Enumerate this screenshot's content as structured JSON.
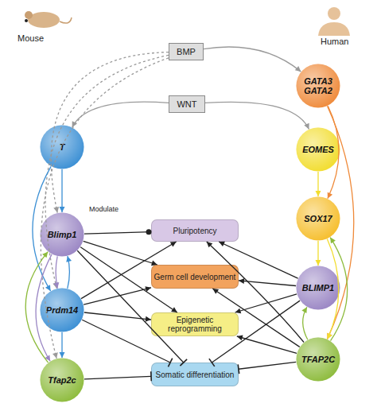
{
  "diagram": {
    "nodes": [
      {
        "text": [
          "BMP"
        ]
      },
      {
        "text": [
          "GATA3 GATA2"
        ]
      },
      {
        "text": [
          "WNT"
        ]
      },
      {
        "text": [
          "T"
        ]
      },
      {
        "text": [
          "EOMES"
        ]
      },
      {
        "text": [
          "Pluripotency"
        ]
      },
      {
        "text": [
          "Blimp1"
        ]
      },
      {
        "text": [
          "SOX17"
        ]
      },
      {
        "text": [
          "Germ cell development"
        ]
      },
      {
        "text": [
          "Prdm14"
        ]
      },
      {
        "text": [
          "BLIMP1"
        ]
      },
      {
        "text": [
          "Epigenetic reprogramming"
        ]
      },
      {
        "text": [
          "Tfap2c"
        ]
      },
      {
        "text": [
          "TFAP2C"
        ]
      },
      {
        "text": [
          "Somatic differentiation"
        ]
      }
    ],
    "edges": [
      {
        "from": 0,
        "to": 1,
        "arrow": "to"
      },
      {
        "from": 0,
        "to": 6,
        "arrow": "to"
      },
      {
        "from": 0,
        "to": 9,
        "arrow": "to"
      },
      {
        "from": 0,
        "to": 12,
        "arrow": "to"
      },
      {
        "from": 2,
        "to": 3,
        "arrow": "to"
      },
      {
        "from": 2,
        "to": 4,
        "arrow": "to"
      },
      {
        "from": 3,
        "to": 6,
        "arrow": "to"
      },
      {
        "from": 3,
        "to": 9,
        "arrow": "to"
      },
      {
        "from": 6,
        "to": 9,
        "arrow": "to"
      },
      {
        "from": 9,
        "to": 6,
        "arrow": "to"
      },
      {
        "from": 6,
        "to": 12,
        "arrow": "to"
      },
      {
        "from": 12,
        "to": 6,
        "arrow": "to"
      },
      {
        "from": 9,
        "to": 12,
        "arrow": "to"
      },
      {
        "from": 6,
        "to": 5,
        "arrow": "to"
      },
      {
        "from": 6,
        "to": 8,
        "arrow": "to"
      },
      {
        "from": 6,
        "to": 11,
        "arrow": "to"
      },
      {
        "from": 6,
        "to": 14,
        "arrow": "to"
      },
      {
        "from": 9,
        "to": 5,
        "arrow": "to"
      },
      {
        "from": 9,
        "to": 8,
        "arrow": "to"
      },
      {
        "from": 9,
        "to": 11,
        "arrow": "to"
      },
      {
        "from": 9,
        "to": 14,
        "arrow": "to"
      },
      {
        "from": 12,
        "to": 14,
        "arrow": "to"
      },
      {
        "from": 1,
        "to": 7,
        "arrow": "to"
      },
      {
        "from": 1,
        "to": 13,
        "arrow": "to"
      },
      {
        "from": 4,
        "to": 7,
        "arrow": "to"
      },
      {
        "from": 7,
        "to": 10,
        "arrow": "to"
      },
      {
        "from": 7,
        "to": 13,
        "arrow": "to"
      },
      {
        "from": 13,
        "to": 7,
        "arrow": "to"
      },
      {
        "from": 13,
        "to": 10,
        "arrow": "to"
      },
      {
        "from": 10,
        "to": 5,
        "arrow": "to"
      },
      {
        "from": 10,
        "to": 8,
        "arrow": "to"
      },
      {
        "from": 10,
        "to": 11,
        "arrow": "to"
      },
      {
        "from": 10,
        "to": 14,
        "arrow": "to"
      },
      {
        "from": 13,
        "to": 5,
        "arrow": "to"
      },
      {
        "from": 13,
        "to": 8,
        "arrow": "to"
      },
      {
        "from": 13,
        "to": 11,
        "arrow": "to"
      },
      {
        "from": 13,
        "to": 14,
        "arrow": "to"
      }
    ],
    "labels": [
      "Mouse",
      "Human",
      "Modulate"
    ]
  }
}
